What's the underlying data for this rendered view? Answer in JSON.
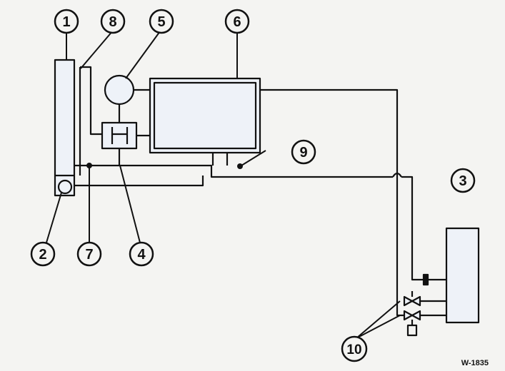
{
  "callouts": [
    "1",
    "2",
    "3",
    "4",
    "5",
    "6",
    "7",
    "8",
    "9",
    "10"
  ],
  "figure_code": "W-1835",
  "colors": {
    "line": "#111111",
    "background": "#f4f4f2",
    "fill": "#eef2f8"
  }
}
